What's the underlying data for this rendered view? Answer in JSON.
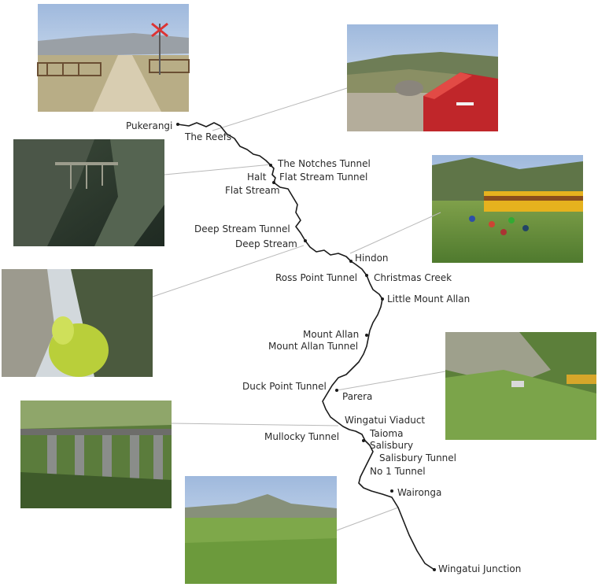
{
  "stations": [
    {
      "id": "pukerangi",
      "label": "Pukerangi"
    },
    {
      "id": "the-reefs",
      "label": "The Reefs"
    },
    {
      "id": "notches-tunnel",
      "label": "The Notches Tunnel"
    },
    {
      "id": "halt",
      "label": "Halt"
    },
    {
      "id": "flat-stream-tunnel",
      "label": "Flat Stream Tunnel"
    },
    {
      "id": "flat-stream",
      "label": "Flat Stream"
    },
    {
      "id": "deep-stream-tunnel",
      "label": "Deep Stream Tunnel"
    },
    {
      "id": "deep-stream",
      "label": "Deep Stream"
    },
    {
      "id": "hindon",
      "label": "Hindon"
    },
    {
      "id": "ross-point-tunnel",
      "label": "Ross Point Tunnel"
    },
    {
      "id": "christmas-creek",
      "label": "Christmas Creek"
    },
    {
      "id": "little-mount-allan",
      "label": "Little Mount Allan"
    },
    {
      "id": "mount-allan",
      "label": "Mount Allan"
    },
    {
      "id": "mount-allan-tunnel",
      "label": "Mount Allan Tunnel"
    },
    {
      "id": "duck-point-tunnel",
      "label": "Duck Point Tunnel"
    },
    {
      "id": "parera",
      "label": "Parera"
    },
    {
      "id": "wingatui-viaduct",
      "label": "Wingatui Viaduct"
    },
    {
      "id": "mullocky-tunnel",
      "label": "Mullocky Tunnel"
    },
    {
      "id": "taioma",
      "label": "Taioma"
    },
    {
      "id": "salisbury",
      "label": "Salisbury"
    },
    {
      "id": "salisbury-tunnel",
      "label": "Salisbury Tunnel"
    },
    {
      "id": "no-1-tunnel",
      "label": "No 1 Tunnel"
    },
    {
      "id": "wairongа",
      "label": "Waironga"
    },
    {
      "id": "wingatui-junction",
      "label": "Wingatui Junction"
    }
  ],
  "photos": [
    {
      "id": "photo-pukerangi-crossing",
      "subject": "level crossing and gravel road"
    },
    {
      "id": "photo-the-reefs-shelter",
      "subject": "red shed above a valley"
    },
    {
      "id": "photo-notches-gorge",
      "subject": "gorge with viaduct"
    },
    {
      "id": "photo-hindon-train",
      "subject": "yellow train and passengers"
    },
    {
      "id": "photo-deep-stream-gorge",
      "subject": "rocky gorge with willows"
    },
    {
      "id": "photo-parera-hillside",
      "subject": "train on hillside"
    },
    {
      "id": "photo-wingatui-viaduct",
      "subject": "steel viaduct"
    },
    {
      "id": "photo-waironga-farmland",
      "subject": "green farmland"
    }
  ],
  "colors": {
    "route": "#1a1a1a",
    "leader": "#b9b9b9",
    "text": "#2a2a2a"
  }
}
